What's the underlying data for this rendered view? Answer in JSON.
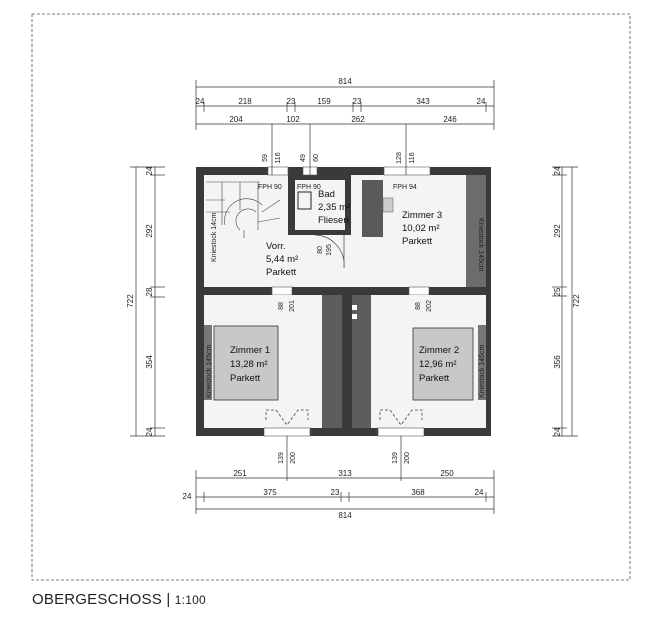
{
  "caption": {
    "title": "OBERGESCHOSS",
    "separator": "|",
    "scale": "1:100"
  },
  "rooms": {
    "vorr": {
      "name": "Vorr.",
      "area": "5,44 m²",
      "floor": "Parkett"
    },
    "bad": {
      "name": "Bad",
      "area": "2,35 m²",
      "floor": "Fliesen"
    },
    "zimmer3": {
      "name": "Zimmer 3",
      "area": "10,02 m²",
      "floor": "Parkett"
    },
    "zimmer1": {
      "name": "Zimmer 1",
      "area": "13,28 m²",
      "floor": "Parkett"
    },
    "zimmer2": {
      "name": "Zimmer 2",
      "area": "12,96 m²",
      "floor": "Parkett"
    }
  },
  "labels": {
    "fph1": "FPH 90",
    "fph2": "FPH 90",
    "fph3": "FPH 94",
    "kniestock_left_top": "Kniestock 14cm",
    "kniestock_right_top": "Kniestock 145cm",
    "kniestock_z1": "Kniestock 145cm",
    "kniestock_z2": "Kniestock 145cm",
    "bad_door": [
      "80",
      "195"
    ],
    "win_top": [
      [
        "59",
        "116"
      ],
      [
        "49",
        "60"
      ],
      [
        "128",
        "116"
      ]
    ],
    "win_mid": [
      [
        "88",
        "201"
      ],
      [
        "88",
        "202"
      ]
    ],
    "win_bottom": [
      [
        "139",
        "200"
      ],
      [
        "139",
        "200"
      ]
    ]
  },
  "dimensions": {
    "top_total": "814",
    "top_row2": [
      "24",
      "218",
      "23",
      "159",
      "23",
      "343",
      "24"
    ],
    "top_row3": [
      "204",
      "102",
      "262",
      "246"
    ],
    "bottom_row1": [
      "251",
      "313",
      "250"
    ],
    "bottom_row2": [
      "24",
      "375",
      "23",
      "368",
      "24"
    ],
    "bottom_total": "814",
    "left_total": "722",
    "left_segments": [
      "24",
      "292",
      "28",
      "354",
      "24"
    ],
    "right_total": "722",
    "right_segments": [
      "24",
      "292",
      "25",
      "356",
      "24"
    ]
  }
}
